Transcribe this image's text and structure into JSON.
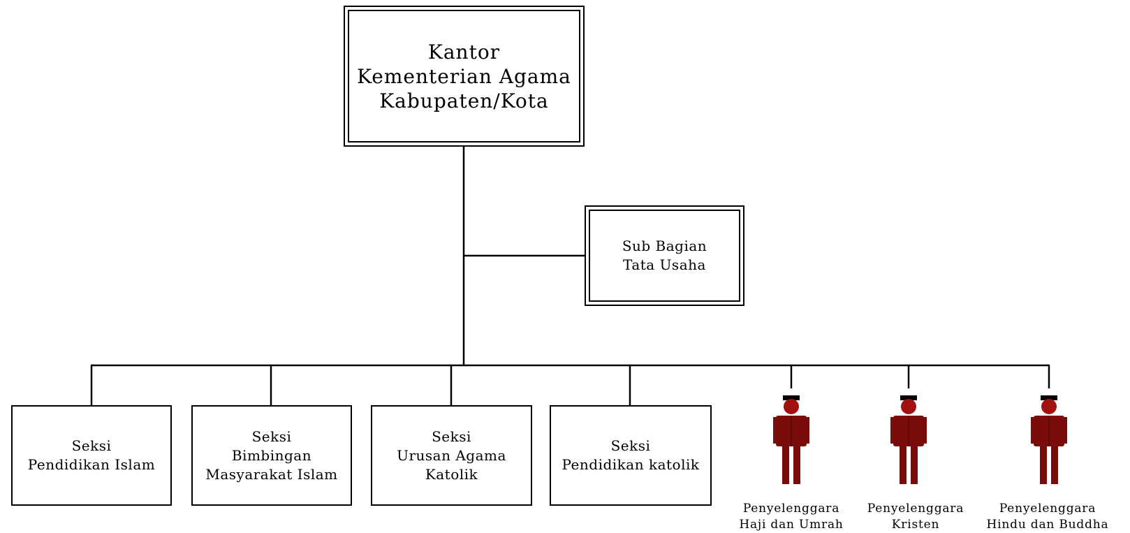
{
  "root": {
    "label": "Kantor\nKementerian Agama\nKabupaten/Kota"
  },
  "staff_unit": {
    "label": "Sub Bagian\nTata Usaha"
  },
  "sections": [
    {
      "label": "Seksi\nPendidikan Islam"
    },
    {
      "label": "Seksi\nBimbingan\nMasyarakat Islam"
    },
    {
      "label": "Seksi\nUrusan Agama\nKatolik"
    },
    {
      "label": "Seksi\nPendidikan katolik"
    }
  ],
  "organizers": [
    {
      "label": "Penyelenggara\nHaji dan Umrah"
    },
    {
      "label": "Penyelenggara\nKristen"
    },
    {
      "label": "Penyelenggara\nHindu dan Buddha"
    }
  ],
  "colors": {
    "person_fill": "#7a0b0b",
    "person_head": "#a31010",
    "line": "#000000"
  }
}
